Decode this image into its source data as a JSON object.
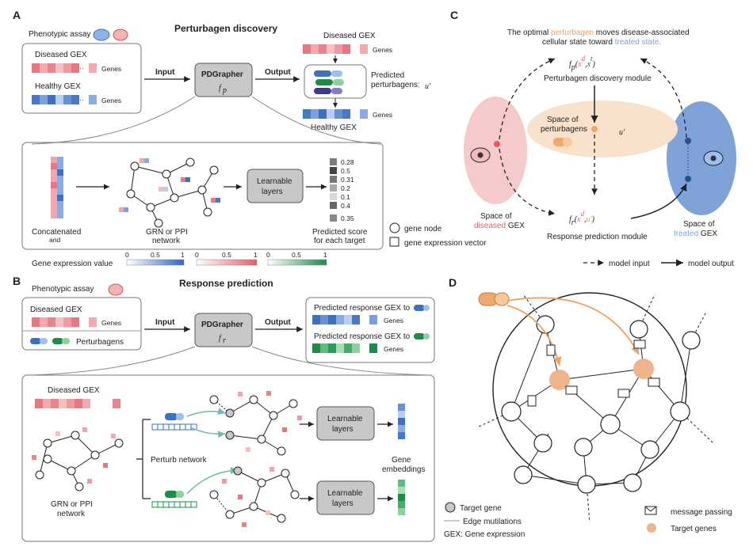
{
  "panels": {
    "a": {
      "letter": "A",
      "title": "Perturbagen discovery",
      "phenotypic_assay": "Phenotypic assay",
      "diseased_gex": "Diseased GEX",
      "healthy_gex": "Healthy GEX",
      "genes": "Genes",
      "input": "Input",
      "output": "Output",
      "model_name": "PDGrapher",
      "model_sub": "f",
      "model_sub_idx": "p",
      "diseased_gex_out": "Diseased GEX",
      "predicted_perturbagens": "Predicted",
      "predicted_perturbagens_2": "perturbagens:",
      "predicted_symbol": "u′",
      "healthy_gex_out": "Healthy GEX",
      "concatenated": "Concatenated",
      "concat_and": "and",
      "grn_line1": "GRN or PPI",
      "grn_line2": "network",
      "learnable_1": "Learnable",
      "learnable_2": "layers",
      "scores": [
        "0.28",
        "0.5",
        "0.31",
        "0.2",
        "0.1",
        "0.4",
        "0.35"
      ],
      "predicted_score_1": "Predicted score",
      "predicted_score_2": "for each target",
      "legend_gene_node": "gene node",
      "legend_gex_vector": "gene expression vector",
      "gene_expr_value": "Gene expression value",
      "bar_ticks": [
        "0",
        "0.5",
        "1"
      ]
    },
    "b": {
      "letter": "B",
      "title": "Response prediction",
      "phenotypic_assay": "Phenotypic assay",
      "diseased_gex": "Diseased GEX",
      "genes": "Genes",
      "perturbagens": "Perturbagens",
      "input": "Input",
      "output": "Output",
      "model_name": "PDGrapher",
      "model_sub": "f",
      "model_sub_idx": "r",
      "pred_response_1": "Predicted response GEX to",
      "pred_response_2": "Predicted response GEX to",
      "diseased_gex_lower": "Diseased GEX",
      "perturb_network": "Perturb network",
      "grn_line1": "GRN or PPI",
      "grn_line2": "network",
      "learnable_1": "Learnable",
      "learnable_2": "layers",
      "gene_embeddings_1": "Gene",
      "gene_embeddings_2": "embeddings"
    },
    "c": {
      "letter": "C",
      "title_pre": "The optimal",
      "title_perturbagen": "perturbagen",
      "title_mid": "moves disease-associated",
      "title_line2_pre": "cellular state toward",
      "title_treated": "treated state.",
      "fp_label": "Perturbagen discovery module",
      "space_perturbagens_1": "Space of",
      "space_perturbagens_2": "perturbagens",
      "u_symbol": "u′",
      "space_diseased_1": "Space of",
      "space_diseased_2": "diseased",
      "space_diseased_3": "GEX",
      "fr_label": "Response prediction module",
      "space_treated_1": "Space of",
      "space_treated_2": "treated",
      "space_treated_3": "GEX",
      "legend_input": "model input",
      "legend_output": "model output"
    },
    "d": {
      "letter": "D",
      "legend_target_gene": "Target gene",
      "legend_edge_mutilations": "Edge mutilations",
      "legend_gex": "GEX: Gene expression",
      "legend_message": "message passing",
      "legend_target_genes": "Target genes"
    }
  },
  "colors": {
    "red": "#e8757d",
    "red_light": "#f6c0c3",
    "blue": "#3f6fbf",
    "blue_light": "#b8cdef",
    "green": "#2e8b57",
    "orange": "#efa96c",
    "orange_light": "#f8e2cc",
    "pink_space": "#f6c9cb",
    "blue_space": "#7fa2d8"
  }
}
